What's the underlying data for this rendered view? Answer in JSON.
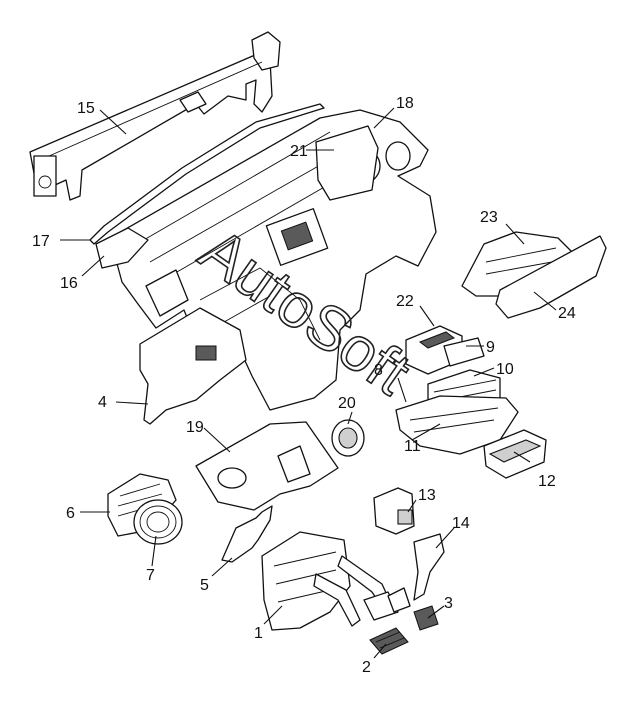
{
  "diagram": {
    "callouts": [
      {
        "num": "1"
      },
      {
        "num": "2"
      },
      {
        "num": "3"
      },
      {
        "num": "4"
      },
      {
        "num": "5"
      },
      {
        "num": "6"
      },
      {
        "num": "7"
      },
      {
        "num": "8"
      },
      {
        "num": "9"
      },
      {
        "num": "10"
      },
      {
        "num": "11"
      },
      {
        "num": "12"
      },
      {
        "num": "13"
      },
      {
        "num": "14"
      },
      {
        "num": "15"
      },
      {
        "num": "16"
      },
      {
        "num": "17"
      },
      {
        "num": "18"
      },
      {
        "num": "19"
      },
      {
        "num": "20"
      },
      {
        "num": "21"
      },
      {
        "num": "22"
      },
      {
        "num": "23"
      },
      {
        "num": "24"
      }
    ],
    "watermark": "AutoSoft"
  }
}
